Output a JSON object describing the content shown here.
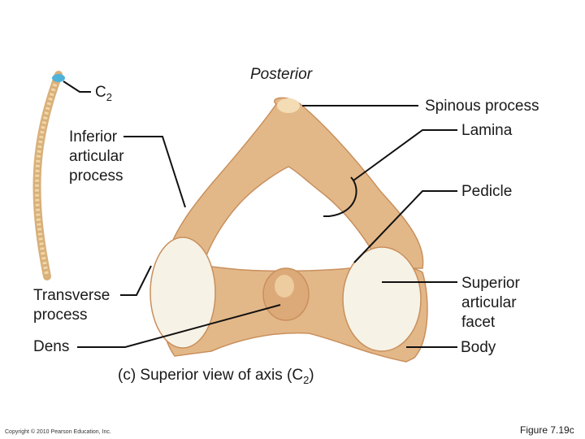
{
  "orientation": "Posterior",
  "labels": {
    "c2": "C",
    "c2_sub": "2",
    "inferior_articular_process": [
      "Inferior",
      "articular",
      "process"
    ],
    "transverse_process": [
      "Transverse",
      "process"
    ],
    "dens": "Dens",
    "spinous_process": "Spinous process",
    "lamina": "Lamina",
    "pedicle": "Pedicle",
    "superior_articular_facet": [
      "Superior",
      "articular",
      "facet"
    ],
    "body": "Body"
  },
  "caption": {
    "prefix": "(c) Superior view of axis (C",
    "sub": "2",
    "suffix": ")"
  },
  "copyright": "Copyright © 2010 Pearson Education, Inc.",
  "figure": "Figure 7.19c",
  "colors": {
    "bone": "#e3b889",
    "bone_dark": "#c98f5c",
    "facet": "#f6f2e6",
    "spine_highlight": "#4fb3d9"
  }
}
